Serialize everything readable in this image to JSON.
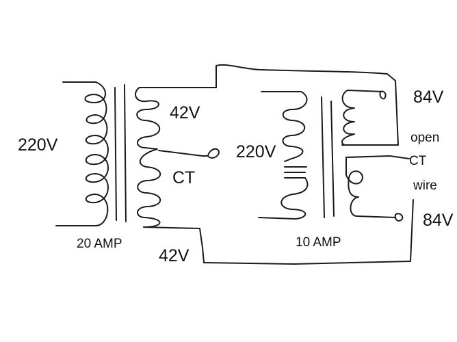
{
  "labels": {
    "t1_primary_voltage": "220V",
    "t1_secondary_top_voltage": "42V",
    "t1_center_tap": "CT",
    "t1_secondary_bottom_voltage": "42V",
    "t1_rating": "20 AMP",
    "t2_primary_voltage": "220V",
    "t2_rating": "10 AMP",
    "t2_secondary_top_voltage": "84V",
    "t2_open_note": "open",
    "t2_ct_note": "CT",
    "t2_wire_note": "wire",
    "t2_secondary_bottom_voltage": "84V"
  },
  "colors": {
    "ink": "#1a1a1a",
    "background": "#ffffff"
  }
}
